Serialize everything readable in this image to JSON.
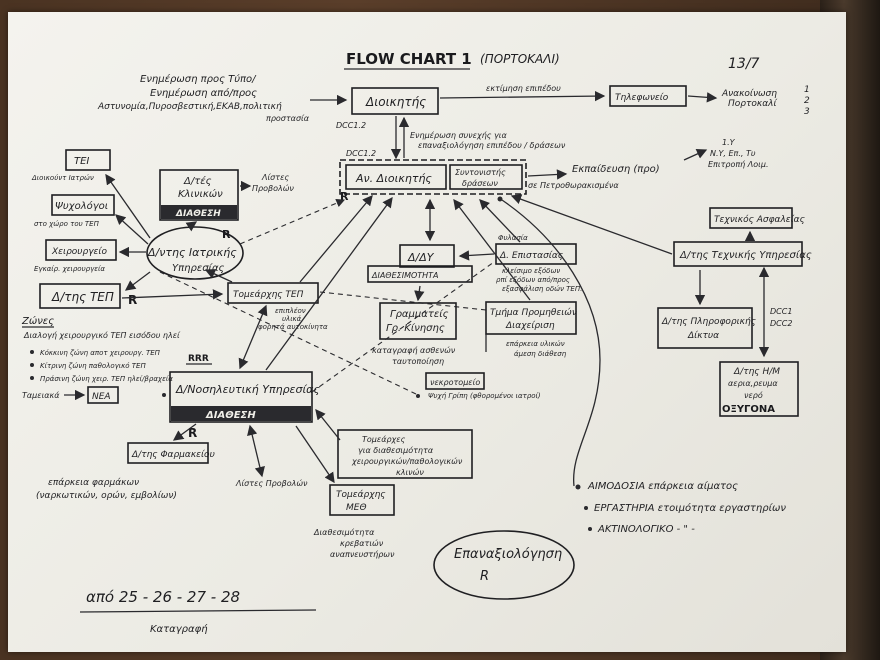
{
  "header": {
    "title": "FLOW CHART 1",
    "subtitle": "(ΠΟΡΤΟΚΑΛΙ)",
    "number": "13/7"
  },
  "top": {
    "notify_left": [
      "Ενημέρωση προς Τύπο/",
      "Ενημέρωση από/προς",
      "Αστυνομία,Πυροσβεστική,ΕΚΑΒ,πολιτική",
      "προστασία"
    ],
    "dioikitis": "Διοικητής",
    "estimate_label": "εκτίμηση επιπέδου",
    "phone": "Τηλεφωνείο",
    "announce": [
      "Ανακοίνωση",
      "Πορτοκαλί"
    ],
    "announce_nums": [
      "1",
      "2",
      "3"
    ],
    "dcc_left": "DCC1.2",
    "continuous_update": [
      "Ενημέρωση συνεχής για",
      "επαναξιολόγηση επιπέδου / δράσεων"
    ],
    "dcc_center": "DCC1.2",
    "av_dioikitis": "Αν. Διοικητής",
    "coordinator": [
      "Συντονιστής",
      "δράσεων"
    ],
    "evacuation": [
      "Εκπαίδευση (προ)",
      "σε Πετροθωρακισμένα"
    ],
    "right_list": [
      "1.Υ",
      "Ν.Υ, Επ., Τυ",
      "Επιτροπή Λοιμ."
    ]
  },
  "left": {
    "tei": "ΤΕΙ",
    "tei_sub": "Διοικούντ Ιατρών",
    "psychologists": "Ψυχολόγοι",
    "psych_sub": "στο χώρο του ΤΕΠ",
    "surgeon": "Χειρουργείο",
    "surgeon_sub": "Εγκαίρ. χειρουργεία",
    "d_tes": [
      "Δ/τές",
      "Κλινικών"
    ],
    "diathesi": "ΔΙΑΘΕΣΗ",
    "lists_patients": [
      "Λίστες",
      "Προβολών"
    ],
    "medical_service": [
      "Δ/ντης Ιατρικής",
      "Υπηρεσίας"
    ],
    "r1": "R",
    "dtis_tep": "Δ/της ΤΕΠ",
    "r2": "R",
    "tomearxis_tep": "Τομεάρχης ΤΕΠ",
    "tep_note": [
      "επιπλέον",
      "υλικά",
      "φορητά αυτοκίνητα"
    ],
    "zones_title": "Ζώνες",
    "zones_sub": "Διαλογή χειρουργικό ΤΕΠ εισόδου ηλεί",
    "zones": [
      "Κόκκινη ζώνη  αποτ χειρουργ. ΤΕΠ",
      "Κίτρινη ζώνη  παθολογικό ΤΕΠ",
      "Πράσινη ζώνη  χειρ. ΤΕΠ ηλεί/βραχεία"
    ],
    "rrr": "RRR",
    "tameiakia": "Ταμειακά",
    "nea": "ΝΕΑ"
  },
  "center": {
    "d_dy": "Δ/ΔΥ",
    "availability": "ΔΙΑΘΕΣΙΜΟΤΗΤΑ",
    "d_epistasias": "Δ. Επιστασίας",
    "dethlesia": "Φυλασία",
    "ensure_lines": [
      "κλείσιμο εξόδων",
      "ρπί εξόδων από/προς",
      "εξασφάλιση οδών ΤΕΠ."
    ],
    "grammateis": [
      "Γραμματείς",
      "Γρ. Κίνησης"
    ],
    "register": [
      "καταγραφή ασθενών",
      "ταυτοποίηση"
    ],
    "supply": [
      "Τμήμα Προμηθειών",
      "Διαχείριση"
    ],
    "supply_note": [
      "επάρκεια υλικών",
      "άμεση διάθεση"
    ],
    "nekrotomeio": "νεκροτομείο",
    "missing": "Ψυχή Γρίπη (φθορομένοι ιατροί)"
  },
  "nursing": {
    "title": "Δ/Νοσηλευτική Υπηρεσίας",
    "diathesi": "ΔΙΑΘΕΣΗ",
    "r": "R",
    "pharmacy": "Δ/της Φαρμακείου",
    "pharmacy_note": [
      "επάρκεια φαρμάκων",
      "(ναρκωτικών, ορών, εμβολίων)"
    ],
    "lists_patients": "Λίστες Προβολών",
    "tomearxis_meth": [
      "Τομεάρχης",
      "ΜΕΘ"
    ],
    "meth_note": [
      "Διαθεσιμότητα",
      "κρεβατιών",
      "αναπνευστήρων"
    ],
    "tomearxes": [
      "Τομεάρχες",
      "για διαθεσιμότητα",
      "χειρουργικών/παθολογικών",
      "κλινών"
    ]
  },
  "right": {
    "security": "Τεχνικός Ασφαλείας",
    "tech_service": "Δ/της Τεχνικής Υπηρεσίας",
    "it_dept": [
      "Δ/της Πληροφορικής",
      "Δίκτυα"
    ],
    "dcc": [
      "DCC1",
      "DCC2"
    ],
    "dtis_hm": [
      "Δ/της Η/Μ",
      "αερια,ρευμα",
      "νερό",
      "ΟΞΥΓΟΝΑ"
    ],
    "bullets": [
      "ΑΙΜΟΔΟΣΙΑ επάρκεια αίματος",
      "ΕΡΓΑΣΤΗΡΙΑ ετοιμότητα εργαστηρίων",
      "ΑΚΤΙΝΟΛΟΓΙΚΟ - \" -"
    ]
  },
  "bottom": {
    "reevaluation": "Επαναξιολόγηση",
    "r": "R",
    "dates": "από  25 - 26 - 27 - 28",
    "katagrafi": "Καταγραφή"
  }
}
